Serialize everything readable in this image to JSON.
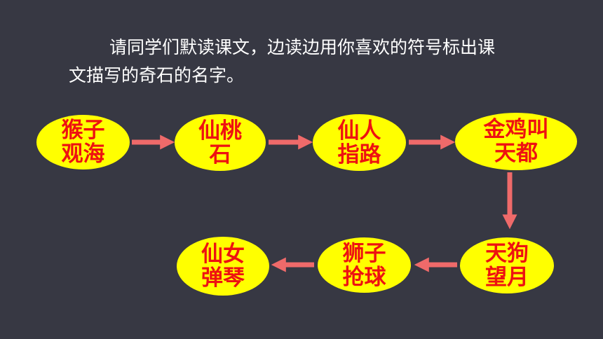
{
  "intro": {
    "line1": "请同学们默读课文，边读边用你喜欢的符号标出课",
    "line2": "文描写的奇石的名字。"
  },
  "stones": [
    {
      "line1": "猴子",
      "line2": "观海"
    },
    {
      "line1": "仙桃",
      "line2": "石"
    },
    {
      "line1": "仙人",
      "line2": "指路"
    },
    {
      "line1": "金鸡叫",
      "line2": "天都"
    },
    {
      "line1": "天狗",
      "line2": "望月"
    },
    {
      "line1": "狮子",
      "line2": "抢球"
    },
    {
      "line1": "仙女",
      "line2": "弹琴"
    }
  ],
  "colors": {
    "background": "#373843",
    "node_fill": "#ffff00",
    "node_text": "#ee1111",
    "arrow": "#ef6a6a"
  }
}
